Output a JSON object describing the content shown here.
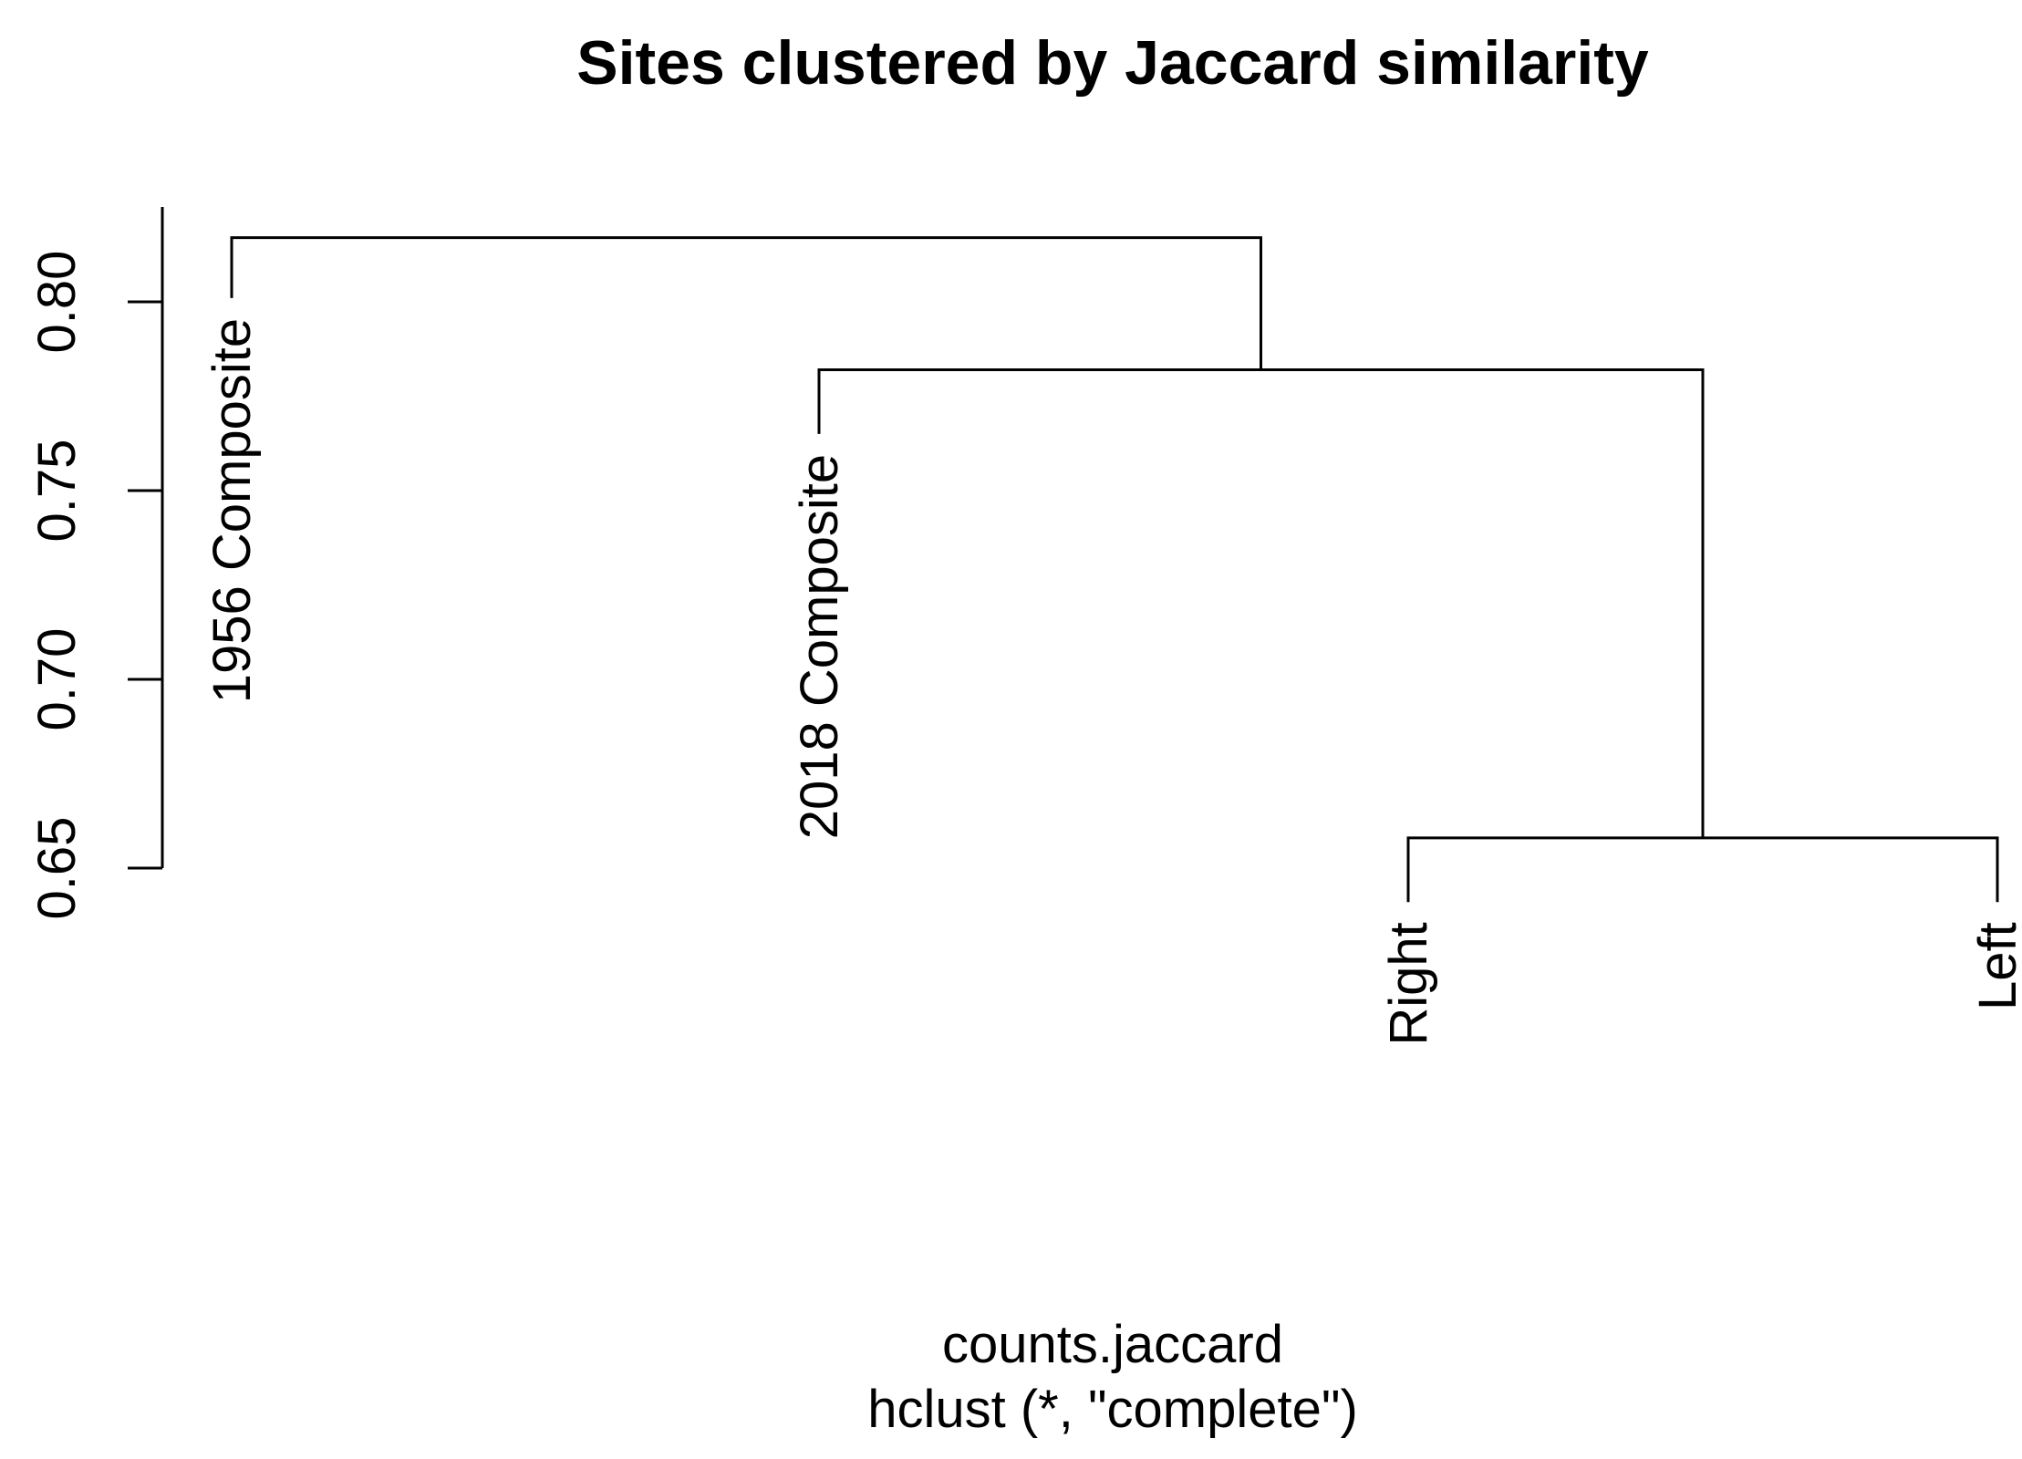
{
  "chart_data": {
    "type": "dendrogram",
    "title": "Sites clustered by Jaccard similarity",
    "xlabel": "counts.jaccard",
    "sublabel": "hclust (*, \"complete\")",
    "ylabel": "",
    "ylim": [
      0.65,
      0.82
    ],
    "yticks": [
      {
        "value": 0.65,
        "label": "0.65"
      },
      {
        "value": 0.7,
        "label": "0.70"
      },
      {
        "value": 0.75,
        "label": "0.75"
      },
      {
        "value": 0.8,
        "label": "0.80"
      }
    ],
    "leaves": [
      {
        "name": "1956 Composite",
        "tip": 0.801
      },
      {
        "name": "2018 Composite",
        "tip": 0.765
      },
      {
        "name": "Right",
        "tip": 0.641
      },
      {
        "name": "Left",
        "tip": 0.641
      }
    ],
    "merges": [
      {
        "id": "m1",
        "children": [
          "Right",
          "Left"
        ],
        "height": 0.658
      },
      {
        "id": "m2",
        "children": [
          "2018 Composite",
          "m1"
        ],
        "height": 0.782
      },
      {
        "id": "m3",
        "children": [
          "1956 Composite",
          "m2"
        ],
        "height": 0.817
      }
    ],
    "grid": false,
    "legend": "none"
  }
}
